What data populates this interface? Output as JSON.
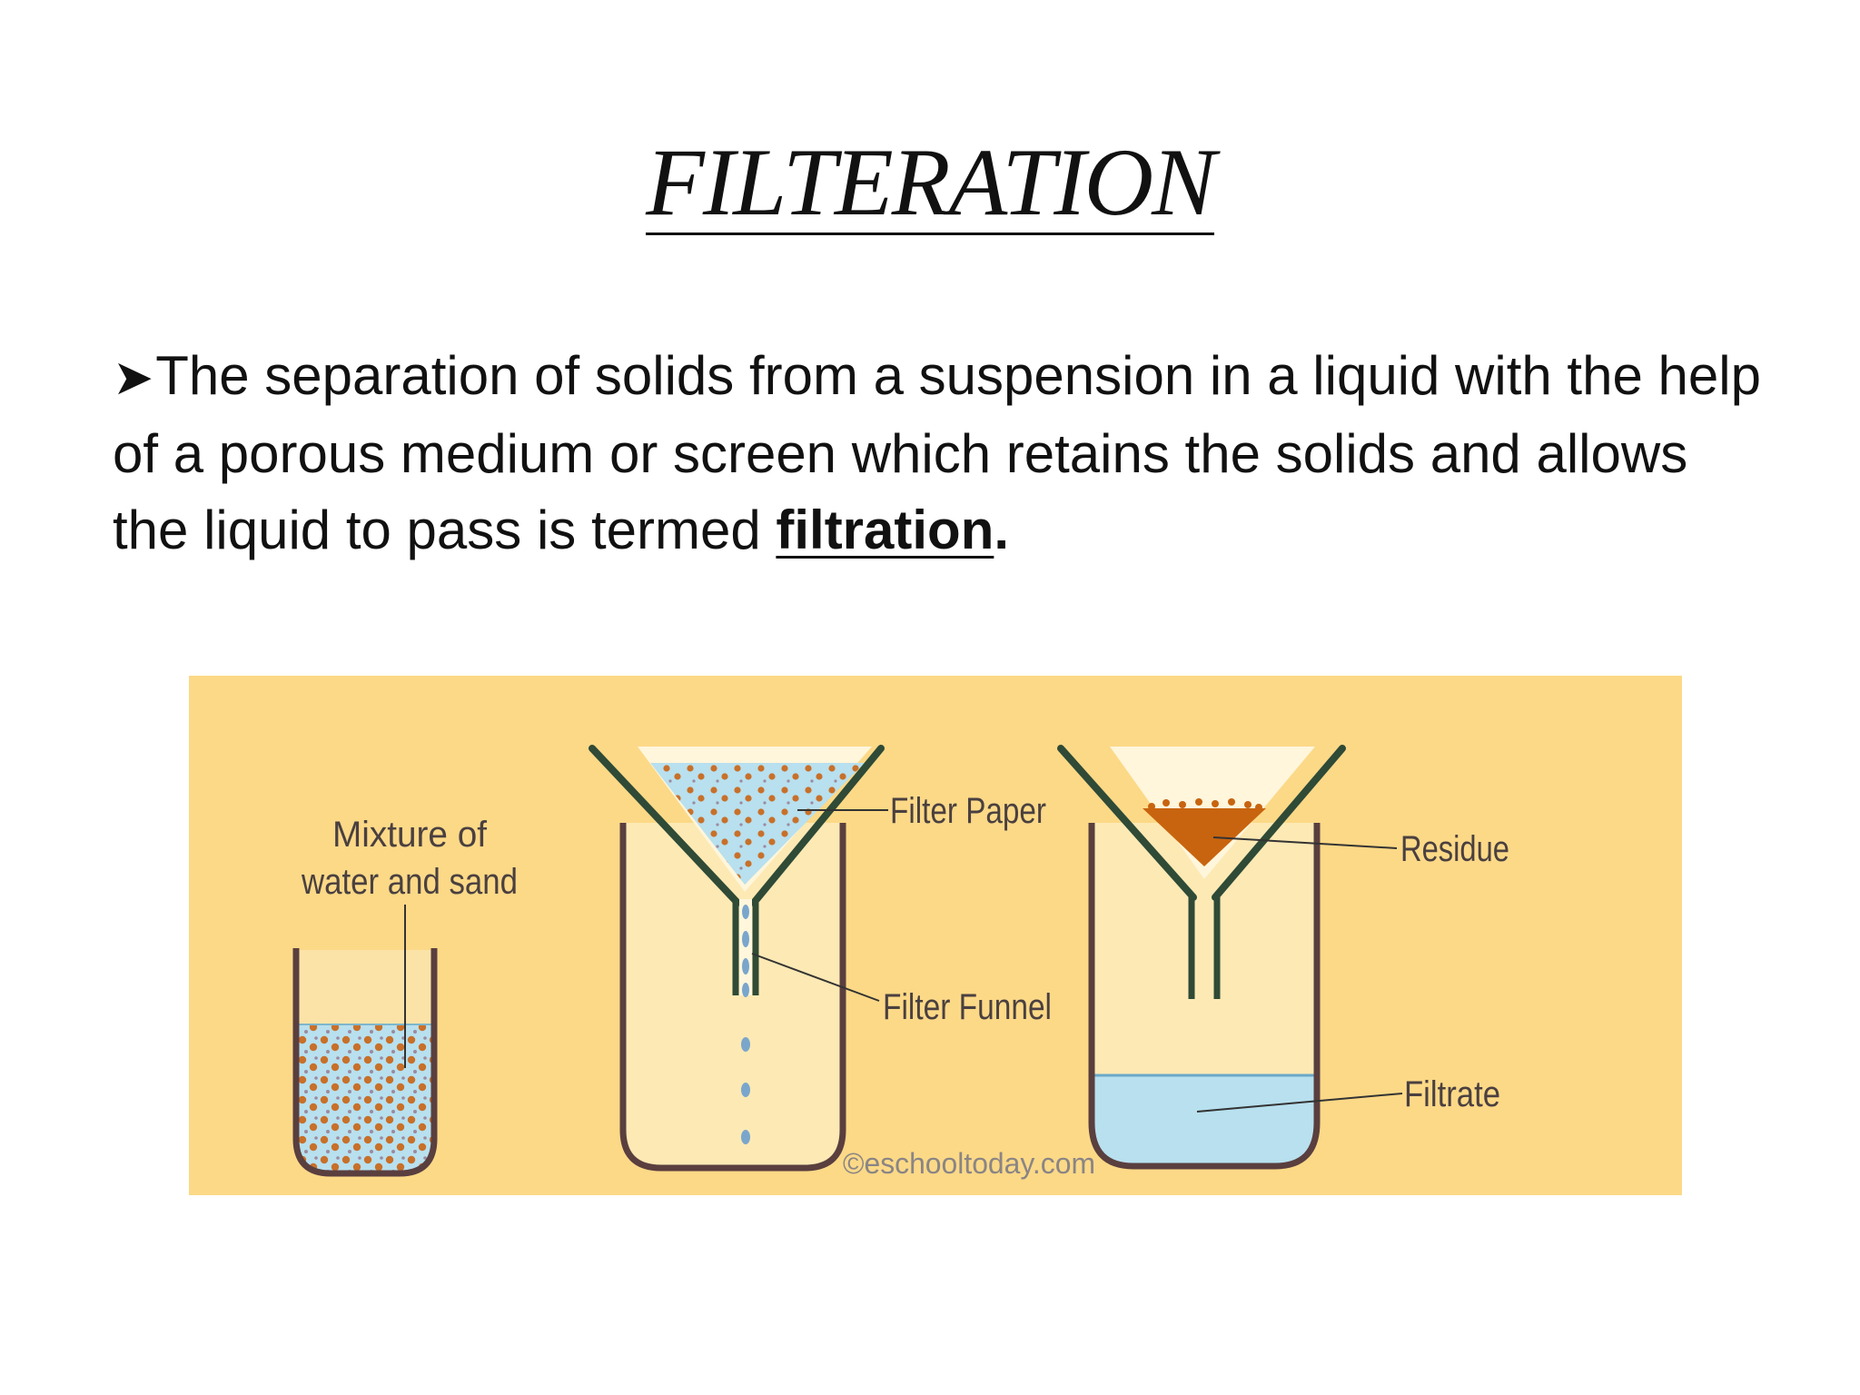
{
  "slide": {
    "title": "FILTERATION",
    "bullet_icon": "arrowhead-bullet-icon",
    "text_before": "The separation of solids from a suspension in a liquid with the help of a porous medium or screen which retains the solids and allows the liquid to pass is termed ",
    "term": "filtration",
    "text_after": "."
  },
  "diagram": {
    "labels": {
      "mixture_line1": "Mixture of",
      "mixture_line2": "water and sand",
      "filter_paper": "Filter Paper",
      "filter_funnel": "Filter Funnel",
      "residue": "Residue",
      "filtrate": "Filtrate"
    },
    "credit": "©eschooltoday.com",
    "colors": {
      "panel_background": "#fcd987",
      "water": "#b8e0ee",
      "sand": "#c8702a",
      "residue": "#c8640f",
      "glass_outline": "#5a3f3f",
      "funnel": "#2f4a36"
    }
  }
}
